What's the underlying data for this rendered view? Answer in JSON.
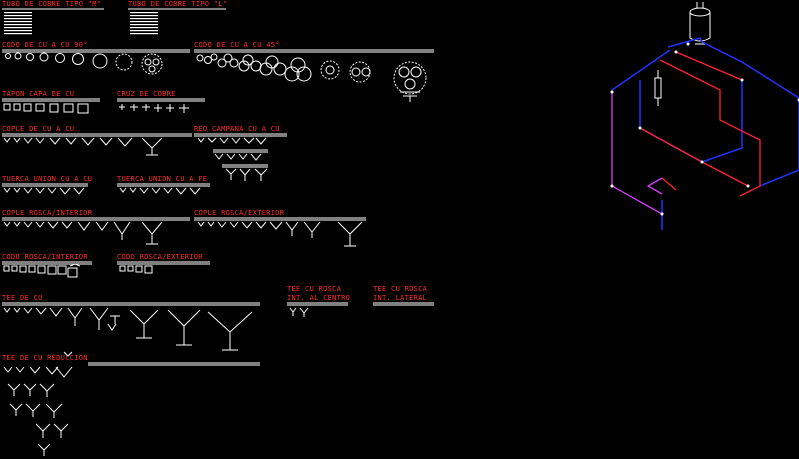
{
  "labels": {
    "tubo_m": "TUBO DE COBRE TIPO \"M\"",
    "tubo_l": "TUBO DE COBRE TIPO \"L\"",
    "codo_90": "CODO DE CU A CU 90°",
    "codo_45": "CODO DE CU A CU 45°",
    "tapon": "TAPON CAPA DE CU",
    "cruz": "CRUZ DE COBRE",
    "cople_cu": "COPLE DE CU A CU",
    "red_campana": "RED CAMPANA CU A CU",
    "tuerca_cu": "TUERCA UNION CU A CU",
    "tuerca_fe": "TUERCA UNION CU A FE",
    "cople_rosca_int": "COPLE ROSCA/INTERIOR",
    "cople_rosca_ext": "COPLE ROSCA/EXTERIOR",
    "codo_rosca_int": "CODO ROSCA/INTERIOR",
    "codo_rosca_ext": "CODO ROSCA/EXTERIOR",
    "tee_cu": "TEE DE CU",
    "tee_rosca_centro_1": "TEE CU ROSCA",
    "tee_rosca_centro_2": "INT. AL CENTRO",
    "tee_rosca_lateral_1": "TEE CU ROSCA",
    "tee_rosca_lateral_2": "INT. LATERAL",
    "tee_reduccion": "TEE DE CU REDUCCION"
  },
  "colors": {
    "label": "#ff2a2a",
    "line": "#ffffff",
    "pipe_hot": "#ff2233",
    "pipe_cold": "#2233ff",
    "pipe_return": "#d63cff",
    "background": "#000000"
  }
}
